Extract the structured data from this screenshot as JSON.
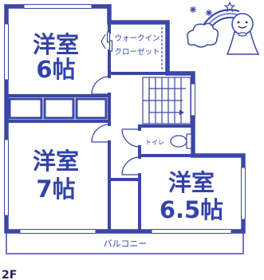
{
  "floor_plan": {
    "floor_label": "2F",
    "wall_color": "#3a47a6",
    "rooms": [
      {
        "name": "洋室",
        "size": "6帖"
      },
      {
        "name": "洋室",
        "size": "7帖"
      },
      {
        "name": "洋室",
        "size": "6.5帖"
      }
    ],
    "walk_in_closet": [
      "ウォークイン",
      "クローゼット"
    ],
    "toilet_label": "トイレ",
    "balcony_label": "バルコニー"
  },
  "decoration": {
    "icons": [
      "asterisk-star-icon",
      "asterisk-star-icon",
      "outline-star-icon",
      "rainbow-icon",
      "cloud-icon",
      "teru-teru-bozu-icon"
    ]
  }
}
